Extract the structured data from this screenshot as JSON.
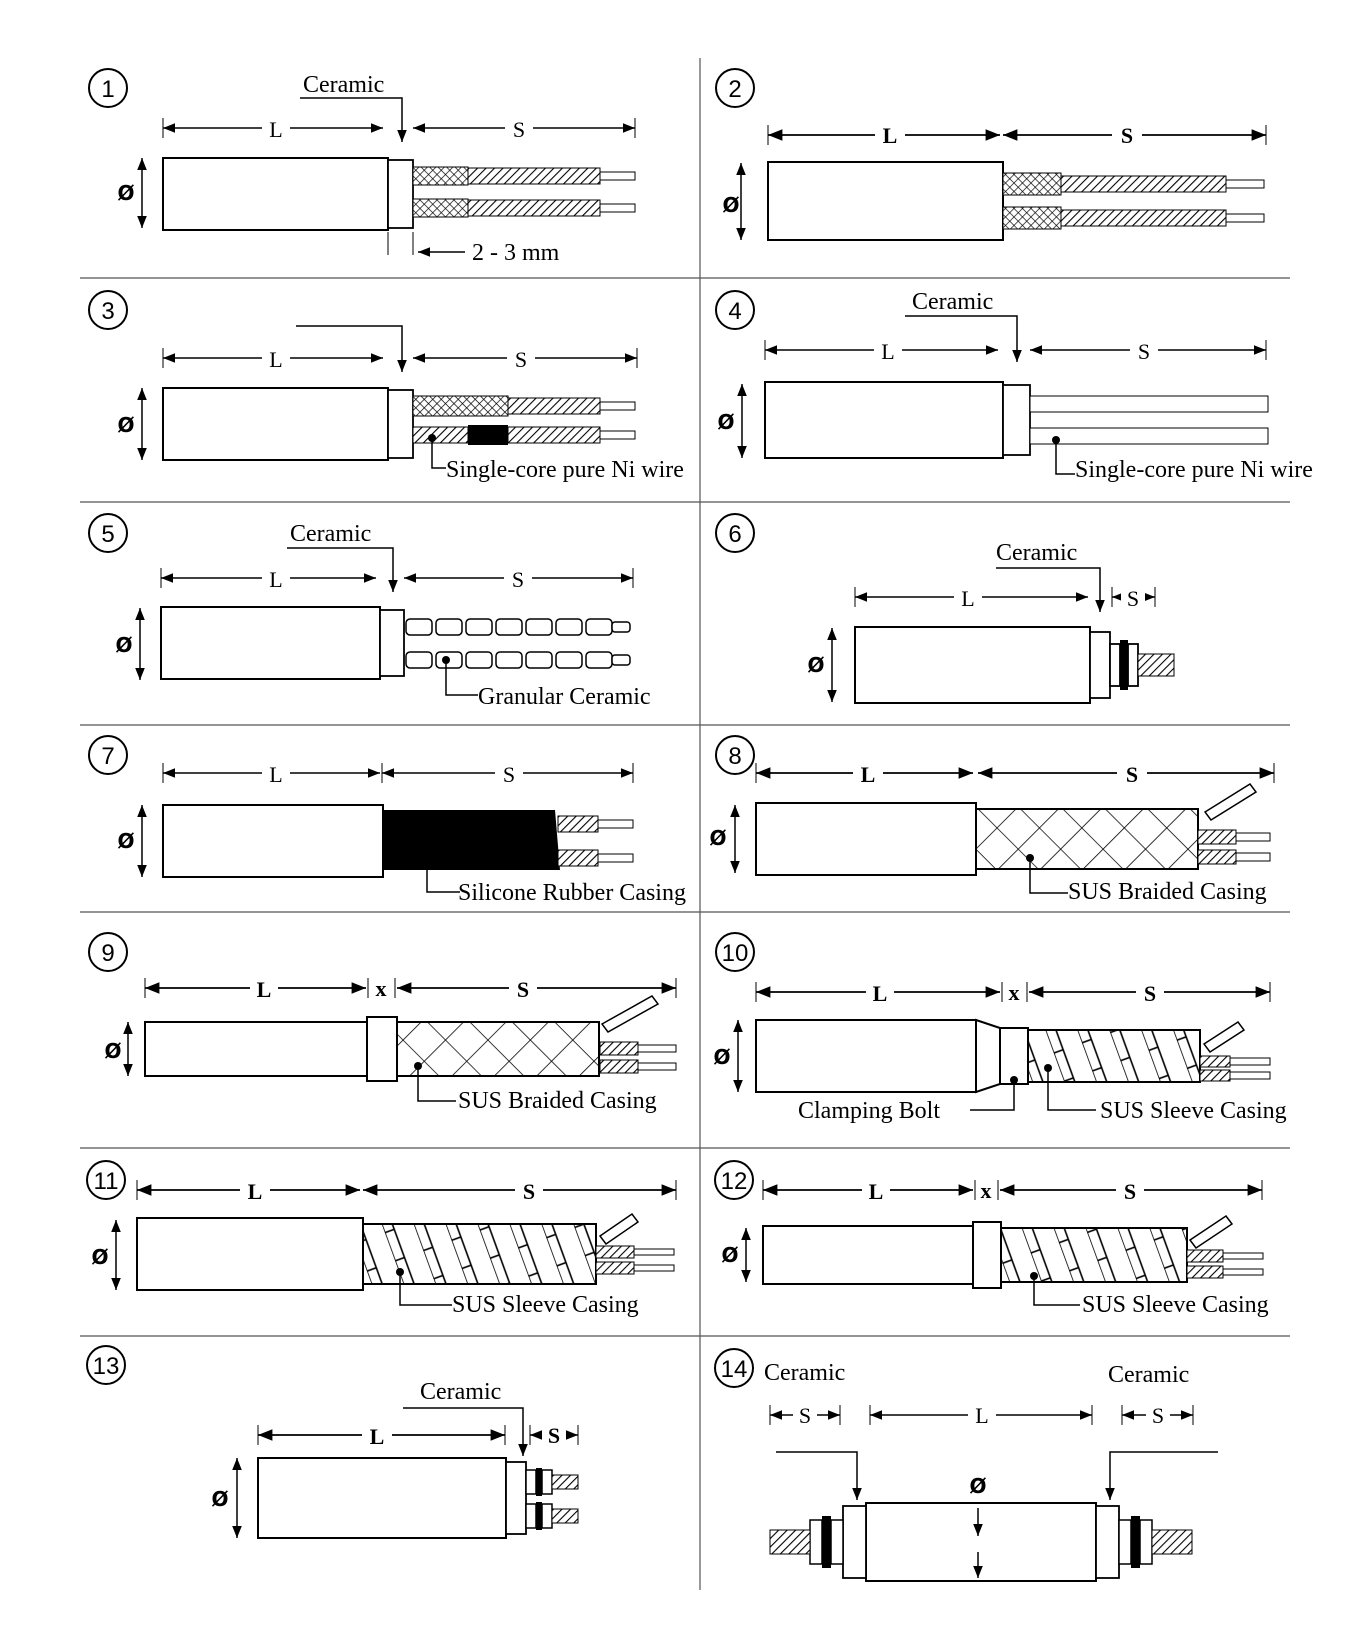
{
  "panels": [
    {
      "num": "1",
      "labels": [
        "Ceramic",
        "2 - 3 mm"
      ],
      "dims": [
        "L",
        "S",
        "Ø"
      ]
    },
    {
      "num": "2",
      "labels": [],
      "dims": [
        "L",
        "S",
        "Ø"
      ]
    },
    {
      "num": "3",
      "labels": [
        "Single-core pure Ni wire"
      ],
      "dims": [
        "L",
        "S",
        "Ø"
      ]
    },
    {
      "num": "4",
      "labels": [
        "Ceramic",
        "Single-core pure Ni wire"
      ],
      "dims": [
        "L",
        "S",
        "Ø"
      ]
    },
    {
      "num": "5",
      "labels": [
        "Ceramic",
        "Granular Ceramic"
      ],
      "dims": [
        "L",
        "S",
        "Ø"
      ]
    },
    {
      "num": "6",
      "labels": [
        "Ceramic"
      ],
      "dims": [
        "L",
        "S",
        "Ø"
      ]
    },
    {
      "num": "7",
      "labels": [
        "Silicone Rubber Casing"
      ],
      "dims": [
        "L",
        "S",
        "Ø"
      ]
    },
    {
      "num": "8",
      "labels": [
        "SUS Braided Casing"
      ],
      "dims": [
        "L",
        "S",
        "Ø"
      ]
    },
    {
      "num": "9",
      "labels": [
        "SUS Braided Casing"
      ],
      "dims": [
        "L",
        "x",
        "S",
        "Ø"
      ]
    },
    {
      "num": "10",
      "labels": [
        "Clamping Bolt",
        "SUS Sleeve Casing"
      ],
      "dims": [
        "L",
        "x",
        "S",
        "Ø"
      ]
    },
    {
      "num": "11",
      "labels": [
        "SUS Sleeve Casing"
      ],
      "dims": [
        "L",
        "S",
        "Ø"
      ]
    },
    {
      "num": "12",
      "labels": [
        "SUS Sleeve Casing"
      ],
      "dims": [
        "L",
        "x",
        "S",
        "Ø"
      ]
    },
    {
      "num": "13",
      "labels": [
        "Ceramic"
      ],
      "dims": [
        "L",
        "S",
        "Ø"
      ]
    },
    {
      "num": "14",
      "labels": [
        "Ceramic",
        "Ceramic"
      ],
      "dims": [
        "S",
        "L",
        "S",
        "Ø"
      ]
    }
  ]
}
